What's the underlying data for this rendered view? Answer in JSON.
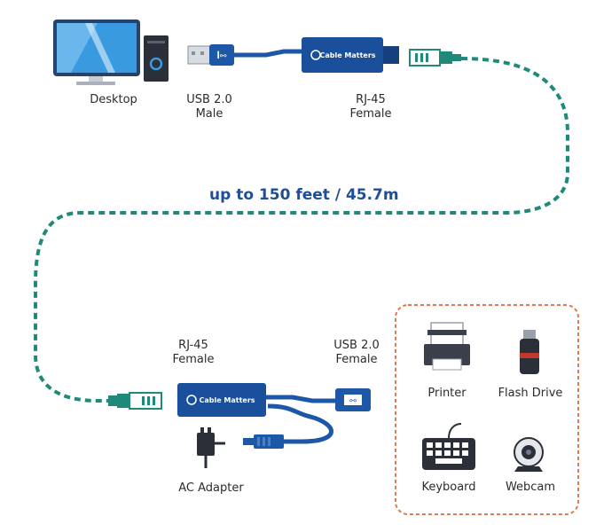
{
  "colors": {
    "cable_green": "#1f8a7a",
    "usb_blue": "#1d57a8",
    "box_blue": "#1a4f9c",
    "device_border": "#e07a50",
    "heading_blue": "#1f4e99"
  },
  "labels": {
    "desktop": "Desktop",
    "usb_male": [
      "USB 2.0",
      "Male"
    ],
    "rj45_top": [
      "RJ-45",
      "Female"
    ],
    "distance": "up to 150 feet / 45.7m",
    "rj45_bottom": [
      "RJ-45",
      "Female"
    ],
    "usb_female": [
      "USB 2.0",
      "Female"
    ],
    "ac_adapter": "AC Adapter",
    "brand": "Cable Matters"
  },
  "devices": [
    {
      "label": "Printer",
      "icon": "printer-icon"
    },
    {
      "label": "Flash Drive",
      "icon": "flash-drive-icon"
    },
    {
      "label": "Keyboard",
      "icon": "keyboard-icon"
    },
    {
      "label": "Webcam",
      "icon": "webcam-icon"
    }
  ]
}
